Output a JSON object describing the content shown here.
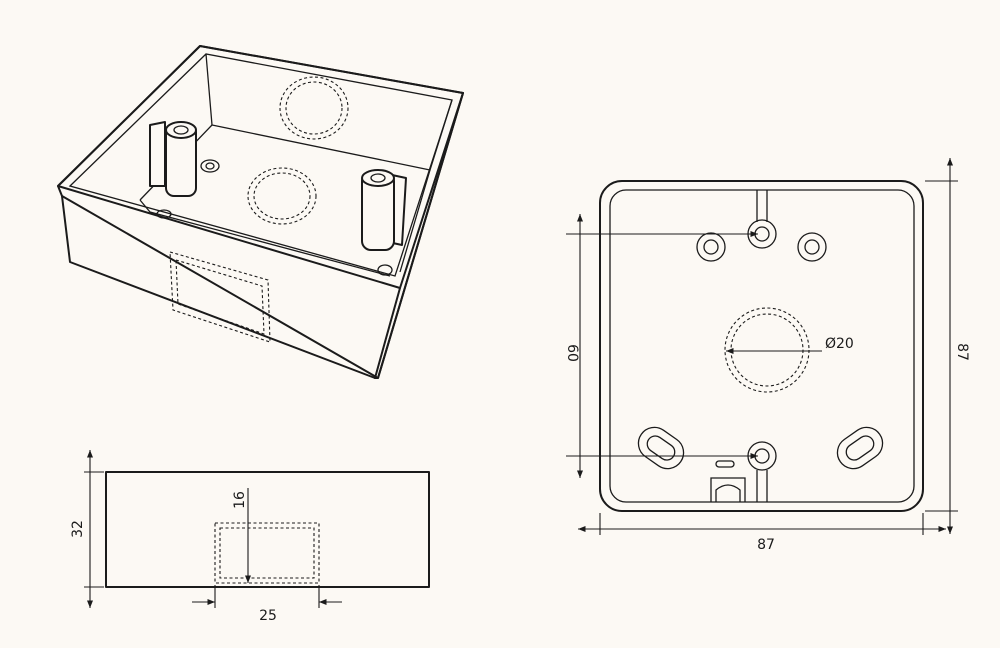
{
  "side_view": {
    "height_label": "32",
    "knockout_height_label": "16",
    "knockout_width_label": "25"
  },
  "top_view": {
    "width_label": "87",
    "height_label": "87",
    "hole_spacing_label": "60",
    "knockout_diameter_label": "Ø20"
  }
}
